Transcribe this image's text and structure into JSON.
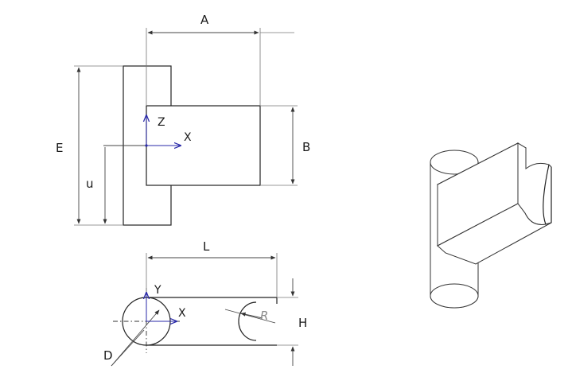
{
  "labels": {
    "A": "A",
    "B": "B",
    "E": "E",
    "u": "u",
    "L": "L",
    "H": "H",
    "R": "R",
    "D": "D"
  },
  "axes": {
    "front": {
      "z": "Z",
      "x": "X"
    },
    "top": {
      "y": "Y",
      "x": "X"
    }
  },
  "colors": {
    "axis": "#2a2aa8",
    "line": "#222222"
  }
}
